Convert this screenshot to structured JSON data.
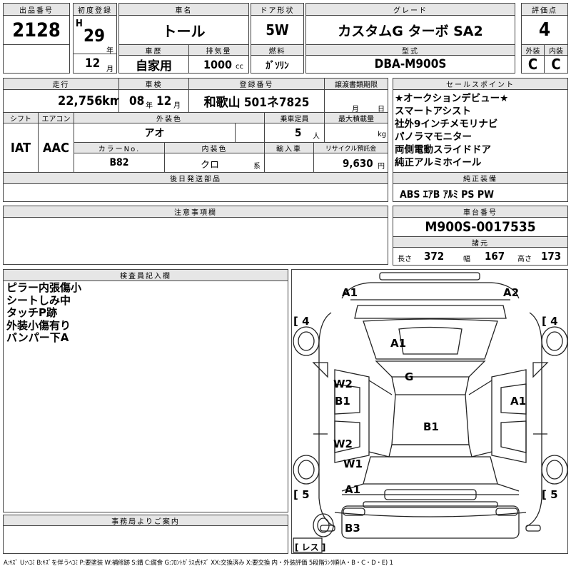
{
  "header": {
    "lot_label": "出品番号",
    "lot": "2128",
    "first_reg_label": "初度登録",
    "era": "H",
    "year": "29",
    "year_unit": "年",
    "month": "12",
    "month_unit": "月",
    "name_label": "車名",
    "name": "トール",
    "door_label": "ドア形状",
    "door": "5W",
    "grade_label": "グレード",
    "grade": "カスタムG ターボ SA2",
    "score_label": "評価点",
    "score": "4",
    "history_label": "車歴",
    "history": "自家用",
    "disp_label": "排気量",
    "disp": "1000",
    "disp_unit": "cc",
    "fuel_label": "燃料",
    "fuel": "ｶﾞｿﾘﾝ",
    "model_label": "型式",
    "model": "DBA-M900S",
    "ext_label": "外装",
    "ext": "C",
    "int_label": "内装",
    "int": "C"
  },
  "row2": {
    "mileage_label": "走行",
    "mileage": "22,756",
    "mileage_unit": "km",
    "inspection_label": "車検",
    "insp_year": "08",
    "insp_year_unit": "年",
    "insp_month": "12",
    "insp_month_unit": "月",
    "plate_label": "登録番号",
    "plate": "和歌山 501ネ7825",
    "transfer_label": "譲渡書類期限",
    "transfer_month": "月",
    "transfer_day": "日"
  },
  "row3": {
    "shift_label": "シフト",
    "shift": "IAT",
    "ac_label": "エアコン",
    "ac": "AAC",
    "color_label": "外装色",
    "color": "アオ",
    "capacity_label": "乗車定員",
    "capacity": "5",
    "capacity_unit": "人",
    "load_label": "最大積載量",
    "load_unit": "kg",
    "colorno_label": "カラーNo.",
    "colorno": "B82",
    "intcolor_label": "内装色",
    "intcolor": "クロ",
    "intcolor_unit": "系",
    "import_label": "輸入車",
    "recycle_label": "リサイクル預託金",
    "recycle": "9,630",
    "recycle_unit": "円",
    "later_label": "後日発送部品"
  },
  "sales": {
    "label": "セールスポイント",
    "items": [
      "★オークションデビュー★",
      "スマートアシスト",
      "社外9インチメモリナビ",
      "パノラマモニター",
      "両側電動スライドドア",
      "純正アルミホイール"
    ],
    "equip_label": "純正装備",
    "equip": "ABS ｴｱB ｱﾙﾐ PS PW"
  },
  "notes": {
    "label": "注意事項欄"
  },
  "chassis": {
    "label": "車台番号",
    "number": "M900S-0017535",
    "spec_label": "諸元",
    "len_label": "長さ",
    "len": "372",
    "wid_label": "幅",
    "wid": "167",
    "hgt_label": "高さ",
    "hgt": "173"
  },
  "inspector": {
    "label": "検査員記入欄",
    "lines": [
      "ピラー内張傷小",
      "シートしみ中",
      "タッチP跡",
      "外装小傷有り",
      "バンパー下A"
    ]
  },
  "office": {
    "label": "事務局よりご案内"
  },
  "diagram": {
    "marks": [
      "A1",
      "A2",
      "A1",
      "G",
      "W2",
      "B1",
      "A1",
      "B1",
      "W2",
      "W1",
      "A1",
      "B3"
    ],
    "tires": [
      "4",
      "4",
      "5",
      "5"
    ],
    "rest": "レス"
  },
  "legend": "A:ｷｽﾞ U:ﾍｺﾐ B:ｷｽﾞを伴うﾍｺﾐ P:要塗装 W:補修跡 S:錆 C:腐食 G:ﾌﾛﾝﾄｶﾞﾗｽ点ｷｽﾞ XX:交換済み X:要交換 内・外装評価 5段階ﾗﾝｸ順(A・B・C・D・E) 1"
}
